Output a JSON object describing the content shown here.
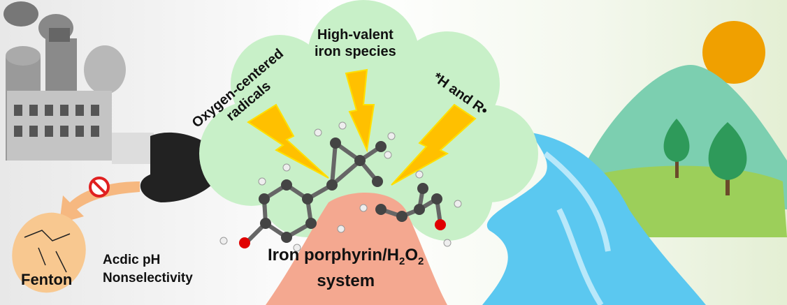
{
  "labels": {
    "oxygen_radicals": "Oxygen-centered radicals",
    "oxygen_radicals_line1": "Oxygen-centered",
    "oxygen_radicals_line2": "radicals",
    "high_valent_line1": "High-valent",
    "high_valent_line2": "iron species",
    "h_and_r": "*H and R•",
    "fenton": "Fenton",
    "acidic_ph": "Acdic pH",
    "nonselectivity": "Nonselectivity",
    "system_line1": "Iron porphyrin/H",
    "system_sub1": "2",
    "system_mid": "O",
    "system_sub2": "2",
    "system_line2": "system"
  },
  "colors": {
    "cloud": "#c8f0c8",
    "bolt": "#ffc000",
    "river": "#5bc8f0",
    "sun": "#f0a000",
    "mountain": "#7ccfb0",
    "porphyrin": "#f4a890",
    "fenton_egg": "#f8c890"
  }
}
